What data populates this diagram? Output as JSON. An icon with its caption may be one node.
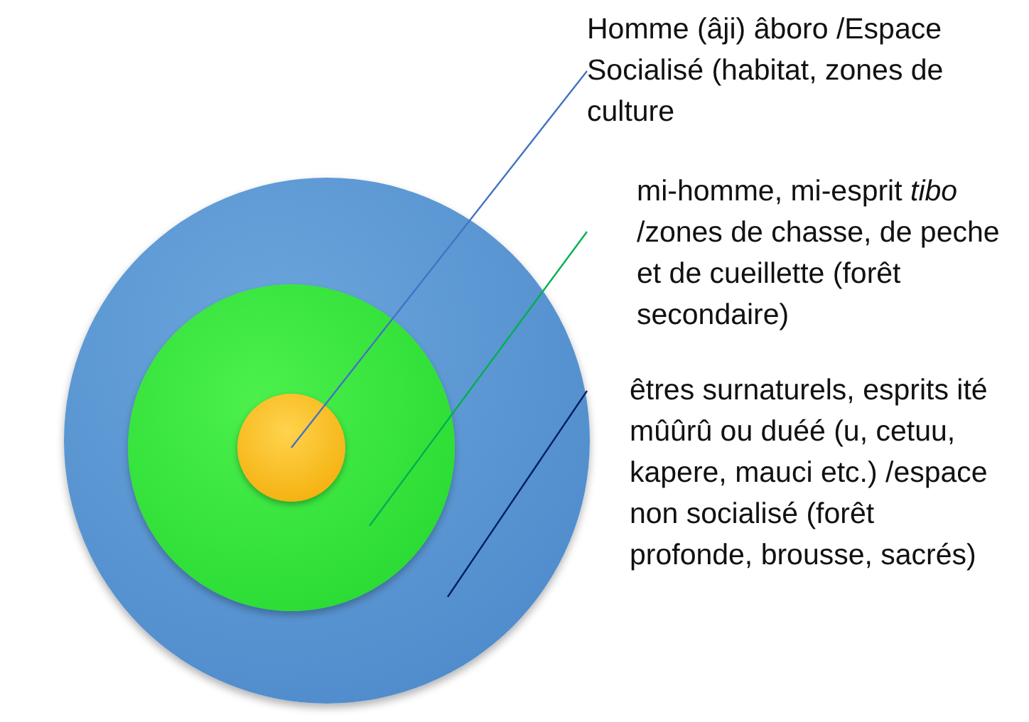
{
  "diagram": {
    "nodes": [
      {
        "text": [
          "Homme (âji) âboro /Espace Socialisé (habitat, zones de culture"
        ]
      },
      {
        "text": [
          "mi-homme, mi-esprit *tibo* /zones de chasse, de peche et de cueillette (forêt secondaire)"
        ]
      },
      {
        "text": [
          "êtres surnaturels, esprits ité mûûrû ou duéé (u, cetuu, kapere, mauci etc.) /espace non socialisé (forêt profonde, brousse, sacrés)"
        ]
      },
      {
        "text": [],
        "shape": "circle"
      },
      {
        "text": [],
        "shape": "circle",
        "in": 3
      },
      {
        "text": [],
        "shape": "circle",
        "in": 4
      }
    ],
    "edges": [
      {
        "from": 0,
        "to": 5,
        "arrow": "none",
        "color": "#4472c4"
      },
      {
        "from": 1,
        "to": 4,
        "arrow": "none",
        "color": "#00b050"
      },
      {
        "from": 2,
        "to": 3,
        "arrow": "none",
        "color": "#002060"
      }
    ]
  }
}
